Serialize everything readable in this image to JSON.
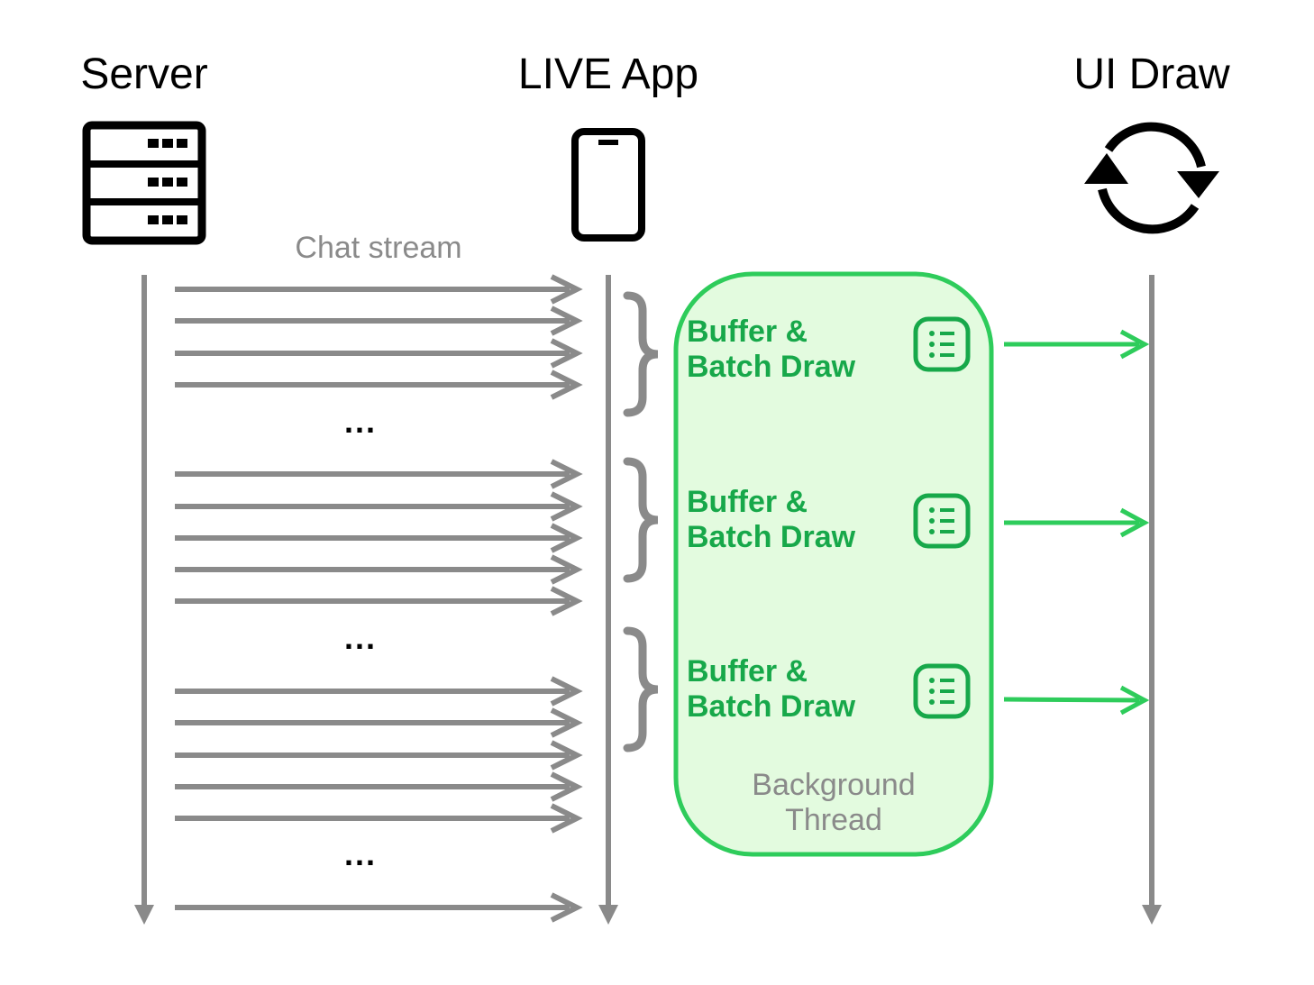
{
  "columns": {
    "server": {
      "title": "Server",
      "icon": "server-rack-icon"
    },
    "app": {
      "title": "LIVE App",
      "icon": "smartphone-icon"
    },
    "ui": {
      "title": "UI Draw",
      "icon": "refresh-cycle-icon"
    }
  },
  "stream_label": "Chat stream",
  "ellipsis": "...",
  "batches": [
    {
      "line1": "Buffer &",
      "line2": "Batch Draw",
      "icon": "list-icon"
    },
    {
      "line1": "Buffer &",
      "line2": "Batch Draw",
      "icon": "list-icon"
    },
    {
      "line1": "Buffer &",
      "line2": "Batch Draw",
      "icon": "list-icon"
    }
  ],
  "background_thread": {
    "line1": "Background",
    "line2": "Thread"
  },
  "colors": {
    "gray_arrow": "#8a8a8a",
    "green": "#2ecc5b",
    "green_text": "#17a84a",
    "green_fill": "#e3fbdf"
  },
  "message_groups": [
    4,
    5,
    5,
    1
  ]
}
